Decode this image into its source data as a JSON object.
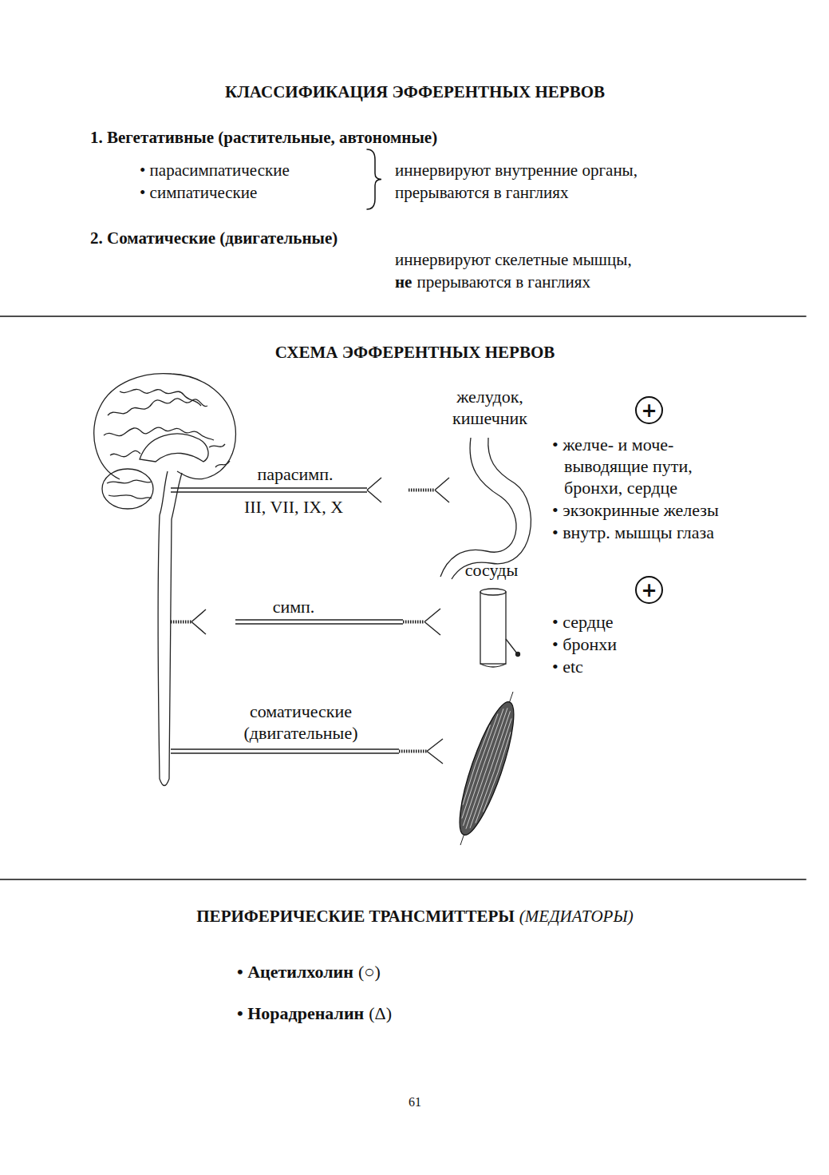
{
  "diagram": {
    "title": "КЛАССИФИКАЦИЯ ЭФФЕРЕНТНЫХ НЕРВОВ",
    "nodes": [
      {
        "text": [
          "+"
        ]
      },
      {
        "text": [
          "+"
        ]
      }
    ],
    "labels": [
      "1. Вегетативные (растительные, автономные)",
      "• парасимпатические",
      "• симпатические",
      "иннервируют внутренние органы, прерываются в ганглиях",
      "2. Соматические (двигательные)",
      "иннервируют скелетные мышцы,",
      "не",
      "прерываются в ганглиях",
      "СХЕМА ЭФФЕРЕНТНЫХ НЕРВОВ",
      "желудок, кишечник",
      "парасимп.",
      "III, VII, IX, X",
      "• желче- и моче- выводящие пути, бронхи, сердце",
      "• экзокринные железы",
      "• внутр. мышцы глаза",
      "сосуды",
      "симп.",
      "• сердце",
      "• бронхи",
      "• etc",
      "соматические (двигательные)",
      "ПЕРИФЕРИЧЕСКИЕ ТРАНСМИТТЕРЫ",
      "(МЕДИАТОРЫ)",
      "• Ацетилхолин",
      "(○)",
      "• Норадреналин",
      "(Δ)",
      "61"
    ]
  }
}
